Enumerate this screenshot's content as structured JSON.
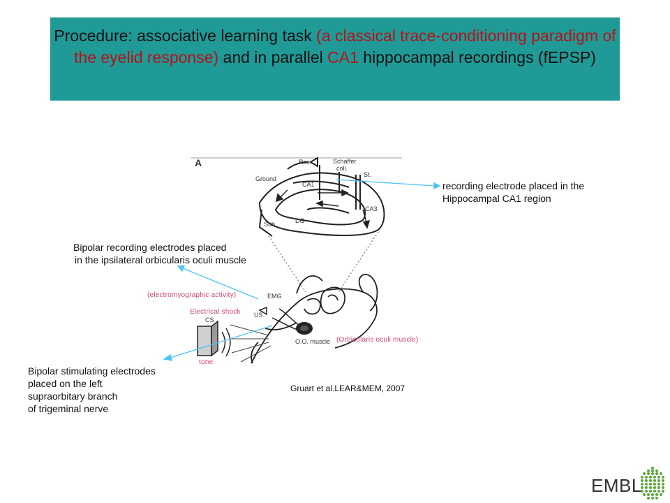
{
  "title": {
    "part1": "Procedure: associative learning task ",
    "part2": "(a classical trace-conditioning paradigm of the eyelid response)",
    "part3": " and in parallel ",
    "part4": "CA1",
    "part5": " hippocampal recordings (fEPSP)"
  },
  "annotations": {
    "recording_electrode_line1": "recording electrode placed in the",
    "recording_electrode_line2": "Hippocampal CA1 region",
    "bipolar_recording_line1": "Bipolar recording electrodes placed",
    "bipolar_recording_line2": "in the ipsilateral orbicularis oculi muscle",
    "emg_activity": "(electromyographic activity)",
    "electrical_shock": "Electrical shock",
    "orbicularis": "(Orbicularis oculi muscle)",
    "tone": "tone",
    "bipolar_stim_line1": "Bipolar stimulating electrodes",
    "bipolar_stim_line2": "placed on the left",
    "bipolar_stim_line3": "supraorbitary branch",
    "bipolar_stim_line4": "of trigeminal nerve"
  },
  "figure_labels": {
    "panel": "A",
    "rec": "Rec.",
    "schaffer1": "Schaffer",
    "schaffer2": "coll.",
    "st": "St.",
    "ground": "Ground",
    "ca1": "CA1",
    "ca3": "CA3",
    "sub": "Sub.",
    "dg": "DG",
    "emg": "EMG",
    "cs": "CS",
    "us": "US",
    "oo_muscle": "O.O. muscle"
  },
  "citation": "Gruart  et al.LEAR&MEM, 2007",
  "logo": "EMBL",
  "colors": {
    "title_band": "#1f9a96",
    "title_accent": "#b5121b",
    "pink_text": "#d2476b",
    "pointer_line": "#4fc3f7"
  }
}
